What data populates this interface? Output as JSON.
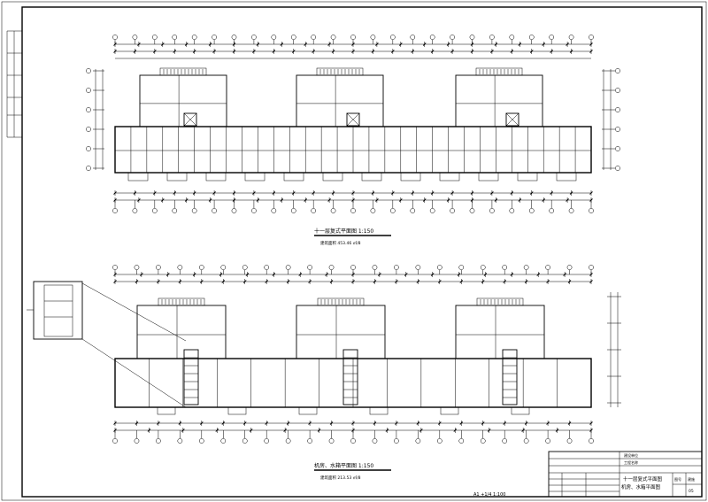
{
  "drawing": {
    "top_plan": {
      "title": "十一层复式平面图 1:150",
      "subtitle": "建筑面积 453.46 ㎡/8"
    },
    "bottom_plan": {
      "title": "机房、水箱平面图 1:150",
      "subtitle": "建筑面积 213.53 ㎡/8"
    },
    "bottom_note": "A1 +1/4    1:100",
    "title_block": {
      "project_label_1": "建设单位",
      "project_label_2": "工程名称",
      "drawing_name_1": "十一层复式平面图",
      "drawing_name_2": "机房、水箱平面图",
      "sheet_label": "图号",
      "sheet_value": "建施",
      "sheet_no": "05"
    }
  },
  "colors": {
    "line": "#000000",
    "paper": "#ffffff"
  }
}
